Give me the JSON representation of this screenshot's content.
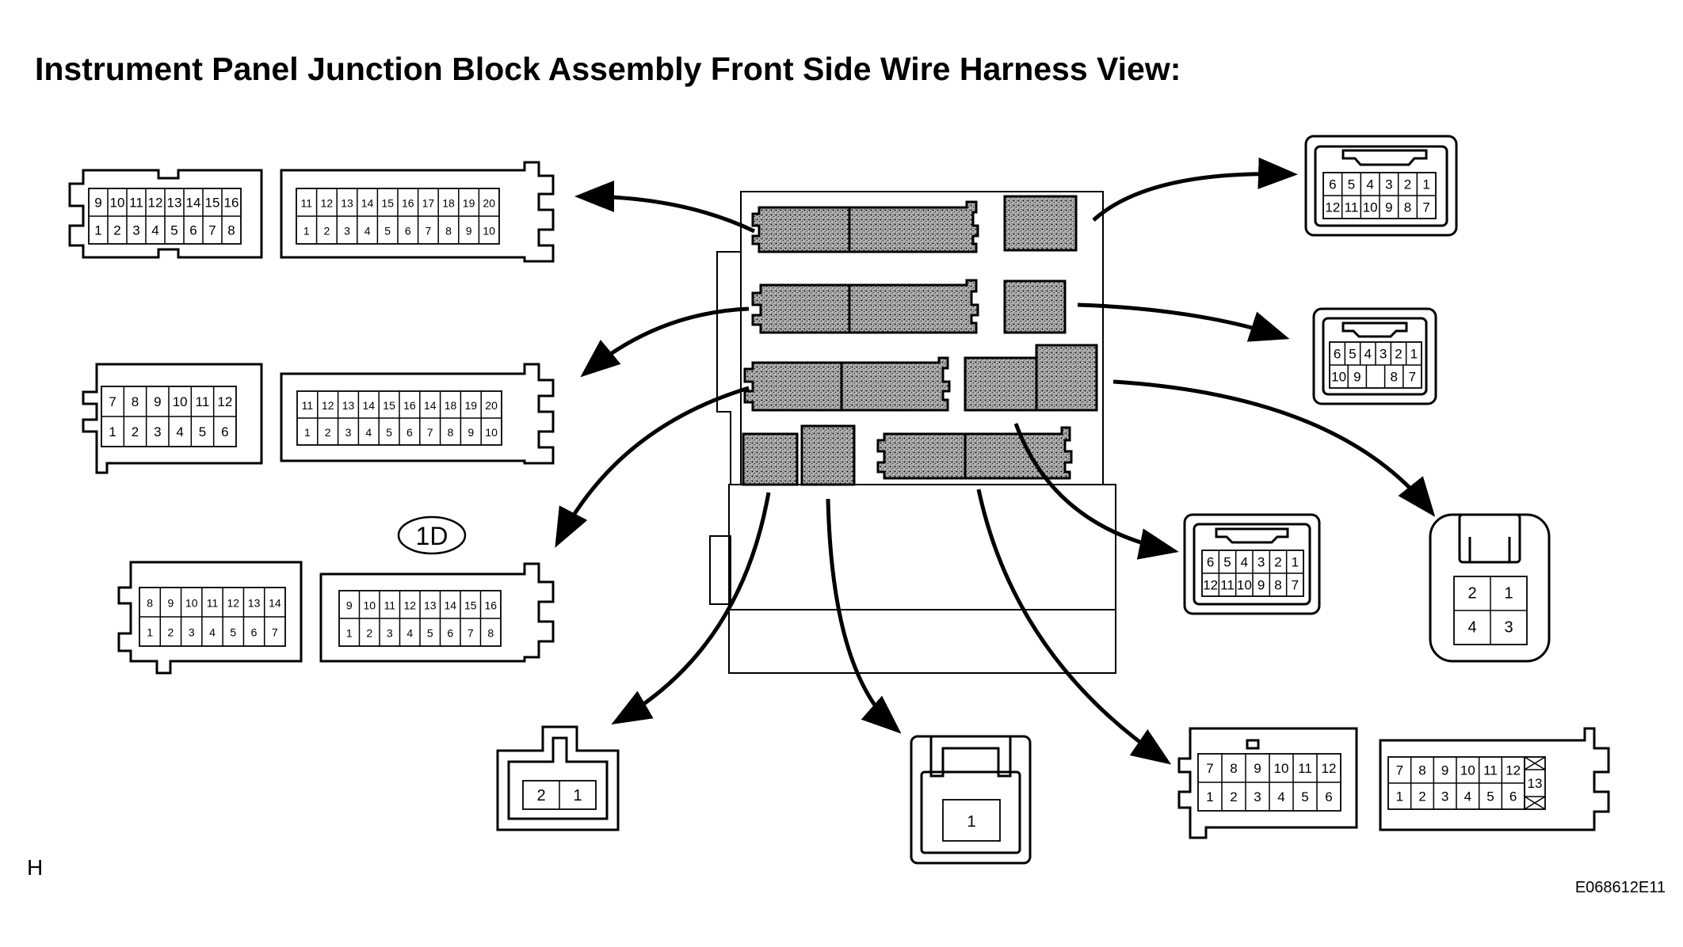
{
  "title": "Instrument Panel Junction Block Assembly Front Side Wire Harness View:",
  "corner_label": "H",
  "figure_code": "E068612E11",
  "connector_tag": "1D",
  "connectors": {
    "a_left": {
      "top": [
        "9",
        "10",
        "11",
        "12",
        "13",
        "14",
        "15",
        "16"
      ],
      "bottom": [
        "1",
        "2",
        "3",
        "4",
        "5",
        "6",
        "7",
        "8"
      ]
    },
    "a_right": {
      "top": [
        "11",
        "12",
        "13",
        "14",
        "15",
        "16",
        "17",
        "18",
        "19",
        "20"
      ],
      "bottom": [
        "1",
        "2",
        "3",
        "4",
        "5",
        "6",
        "7",
        "8",
        "9",
        "10"
      ]
    },
    "b_left": {
      "top": [
        "7",
        "8",
        "9",
        "10",
        "11",
        "12"
      ],
      "bottom": [
        "1",
        "2",
        "3",
        "4",
        "5",
        "6"
      ]
    },
    "b_right": {
      "top": [
        "11",
        "12",
        "13",
        "14",
        "15",
        "16",
        "14",
        "18",
        "19",
        "20"
      ],
      "bottom": [
        "1",
        "2",
        "3",
        "4",
        "5",
        "6",
        "7",
        "8",
        "9",
        "10"
      ]
    },
    "c_left": {
      "top": [
        "8",
        "9",
        "10",
        "11",
        "12",
        "13",
        "14"
      ],
      "bottom": [
        "1",
        "2",
        "3",
        "4",
        "5",
        "6",
        "7"
      ]
    },
    "c_right": {
      "top": [
        "9",
        "10",
        "11",
        "12",
        "13",
        "14",
        "15",
        "16"
      ],
      "bottom": [
        "1",
        "2",
        "3",
        "4",
        "5",
        "6",
        "7",
        "8"
      ]
    },
    "r1": {
      "top": [
        "6",
        "5",
        "4",
        "3",
        "2",
        "1"
      ],
      "bottom": [
        "12",
        "11",
        "10",
        "9",
        "8",
        "7"
      ]
    },
    "r2": {
      "top": [
        "6",
        "5",
        "4",
        "3",
        "2",
        "1"
      ],
      "bottom": [
        "10",
        "9",
        "",
        "8",
        "7"
      ]
    },
    "r3": {
      "top": [
        "6",
        "5",
        "4",
        "3",
        "2",
        "1"
      ],
      "bottom": [
        "12",
        "11",
        "10",
        "9",
        "8",
        "7"
      ]
    },
    "r4": {
      "top": [
        "2",
        "1"
      ],
      "bottom": [
        "4",
        "3"
      ]
    },
    "d1": {
      "pins": [
        "2",
        "1"
      ]
    },
    "d2": {
      "pins": [
        "1"
      ]
    },
    "d3_left": {
      "top": [
        "7",
        "8",
        "9",
        "10",
        "11",
        "12"
      ],
      "bottom": [
        "1",
        "2",
        "3",
        "4",
        "5",
        "6"
      ]
    },
    "d3_right": {
      "top": [
        "7",
        "8",
        "9",
        "10",
        "11",
        "12"
      ],
      "bottom": [
        "1",
        "2",
        "3",
        "4",
        "5",
        "6"
      ],
      "side": "13"
    }
  }
}
